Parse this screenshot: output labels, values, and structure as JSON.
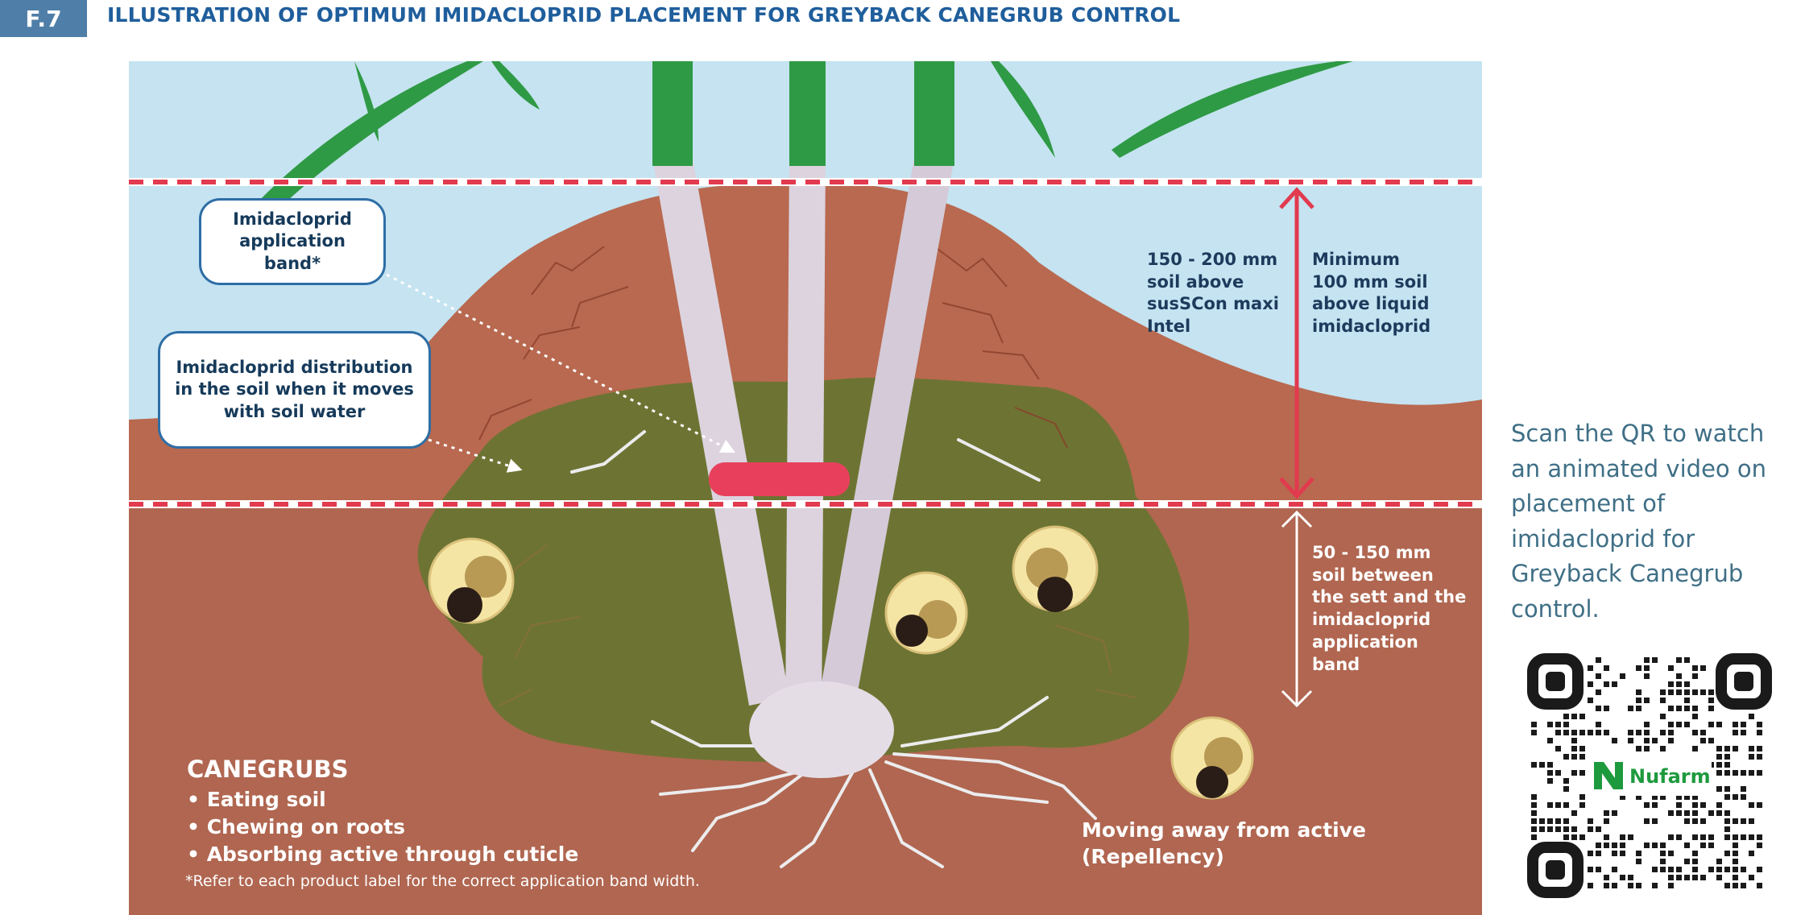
{
  "header": {
    "figure_number": "F.7",
    "title": "ILLUSTRATION OF OPTIMUM IMIDACLOPRID PLACEMENT FOR GREYBACK CANEGRUB CONTROL"
  },
  "callouts": {
    "application_band": "Imidacloprid application band*",
    "distribution": "Imidacloprid distribution in the soil when it moves with soil water"
  },
  "dimensions": {
    "sscon": "150 - 200 mm\nsoil above\nsusSCon maxi\nIntel",
    "liquid": "Minimum\n100 mm soil\nabove liquid\nimidacloprid",
    "sett": "50 - 150 mm\nsoil between\nthe sett and the\nimidacloprid\napplication\nband"
  },
  "canegrubs": {
    "heading": "CANEGRUBS",
    "bullets": [
      "Eating soil",
      "Chewing on roots",
      "Absorbing active through cuticle"
    ]
  },
  "footnote": "*Refer to each product label for the correct application band width.",
  "repellency": "Moving away from active\n(Repellency)",
  "qr": {
    "text": "Scan the QR to watch an animated video on placement of imidacloprid for Greyback Canegrub control.",
    "brand": "Nufarm"
  },
  "colors": {
    "sky": "#c5e3f1",
    "soil": "#b8694f",
    "zone": "#6d7433",
    "dashed_line": "#e23a4e",
    "band": "#e8405c",
    "title_blue": "#1f5e9c",
    "brand_green": "#1e9a3e"
  }
}
